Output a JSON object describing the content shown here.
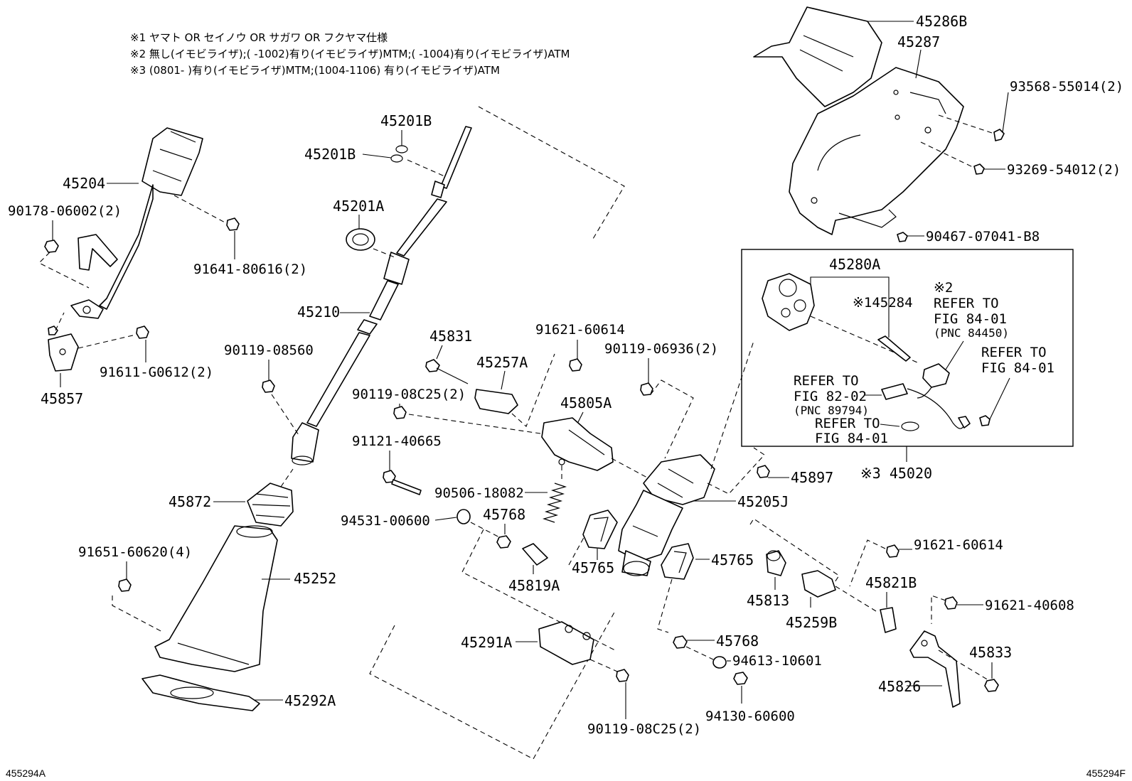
{
  "notes": [
    "※1  ヤマト  OR  セイノウ  OR  サガワ  OR  フクヤマ仕様",
    "※2  無し(イモビライザ);(      -1002)有り(イモビライザ)MTM;(      -1004)有り(イモビライザ)ATM",
    "※3  (0801-      )有り(イモビライザ)MTM;(1004-1106) 有り(イモビライザ)ATM"
  ],
  "corner_left": "455294A",
  "corner_right": "455294F",
  "labels": {
    "p45286B": "45286B",
    "p45287": "45287",
    "p93568": "93568-55014(2)",
    "p93269": "93269-54012(2)",
    "p90467": "90467-07041-B8",
    "p45280A": "45280A",
    "p45284": "※145284",
    "refer_fig8401_a": [
      "※2",
      "REFER TO",
      "FIG 84-01",
      "(PNC 84450)"
    ],
    "refer_fig8401_b": [
      "REFER TO",
      "FIG 84-01"
    ],
    "refer_fig8202": [
      "REFER TO",
      "FIG 82-02",
      "(PNC 89794)"
    ],
    "refer_fig8401_c": [
      "REFER TO",
      "FIG 84-01"
    ],
    "p45020": "※3 45020",
    "p45201B_top": "45201B",
    "p45201B_mid": "45201B",
    "p45204": "45204",
    "p90178": "90178-06002(2)",
    "p91641": "91641-80616(2)",
    "p45201A": "45201A",
    "p45210": "45210",
    "p91611": "91611-G0612(2)",
    "p45857": "45857",
    "p90119_08560": "90119-08560",
    "p45831": "45831",
    "p91621_60614_top": "91621-60614",
    "p90119_06936": "90119-06936(2)",
    "p45257A": "45257A",
    "p90119_08C25_top": "90119-08C25(2)",
    "p45805A": "45805A",
    "p91121": "91121-40665",
    "p45897": "45897",
    "p45205J": "45205J",
    "p45872": "45872",
    "p90506": "90506-18082",
    "p94531": "94531-00600",
    "p45768_top": "45768",
    "p45765_left": "45765",
    "p45765_right": "45765",
    "p91651": "91651-60620(4)",
    "p45252": "45252",
    "p45819A": "45819A",
    "p45813": "45813",
    "p45259B": "45259B",
    "p91621_60614_right": "91621-60614",
    "p45821B": "45821B",
    "p91621_40608": "91621-40608",
    "p45291A": "45291A",
    "p45768_bottom": "45768",
    "p94613": "94613-10601",
    "p45833": "45833",
    "p45826": "45826",
    "p94130": "94130-60600",
    "p45292A": "45292A",
    "p90119_08C25_bottom": "90119-08C25(2)"
  }
}
